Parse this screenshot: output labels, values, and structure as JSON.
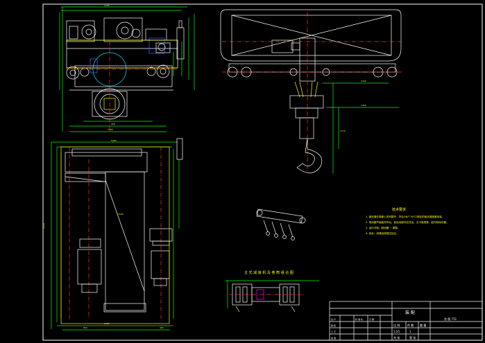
{
  "drawing": {
    "frame_color": "#ffffff",
    "line_colors": {
      "outline": "#ffffff",
      "dimension": "#00ff00",
      "center": "#ff3333",
      "cyan": "#00e5ff",
      "yellow": "#ffff00",
      "magenta": "#ff00ff",
      "blue": "#3f6bff"
    }
  },
  "technical_requirements": {
    "title": "技术要求",
    "items": [
      "1. 钢丝绳在卷筒上排列整齐，符合GB/T 5972规定的钢丝绳报废标准。",
      "2. 电动葫芦组装完毕后，各运动部件应灵活，无卡阻现象，起升制动可靠。",
      "3. 运行试验，制动器 ~ 调整。",
      "4. 其余：润滑油按规定加注。"
    ]
  },
  "sub_view_title": "主 式 减 速 机 及 卷 筒 组 合 图",
  "dimension_labels": {
    "top_left_1": "1180",
    "top_left_2": "1060",
    "top_left_3": "450",
    "front_1": "1400",
    "front_2": "1460",
    "front_3": "1270",
    "plan_1": "5400",
    "plan_2": "1050",
    "plan_3": "800",
    "plan_4": "460",
    "plan_5": "2220",
    "plan_6": "1500"
  },
  "title_block": {
    "title": "装 配",
    "drawing_no": "合 图 751",
    "scale_label": "比 例",
    "scale_value": "1:25",
    "qty_label": "件 数",
    "qty_value": "1",
    "weight_label": "重 量",
    "sheet_label": "共 张",
    "sheet_no": "第 张",
    "designer_label": "设 计",
    "checker_label": "审 核",
    "date_label": "日 期",
    "std_label": "标 准 化",
    "process_label": "工 艺",
    "approve_label": "批 准"
  }
}
